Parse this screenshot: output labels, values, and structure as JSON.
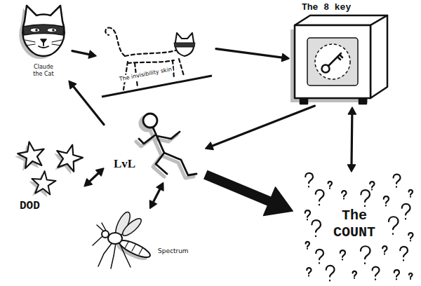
{
  "diagram": {
    "nodes": [
      {
        "text": [
          "Claude the Cat"
        ]
      },
      {
        "text": [
          "The invisibility skin"
        ]
      },
      {
        "text": [
          "The 8 key"
        ]
      },
      {
        "text": [
          "LvL"
        ]
      },
      {
        "text": [
          "DOD"
        ]
      },
      {
        "text": [
          "Spectrum"
        ]
      },
      {
        "text": [
          "The COUNT"
        ]
      }
    ],
    "edges": [
      {
        "from": 0,
        "to": 1,
        "arrow": "to"
      },
      {
        "from": 1,
        "to": 2,
        "arrow": "to"
      },
      {
        "from": 2,
        "to": 3,
        "arrow": "to"
      },
      {
        "from": 3,
        "to": 0,
        "arrow": "to"
      },
      {
        "from": 4,
        "to": 3,
        "arrow": "both"
      },
      {
        "from": 3,
        "to": 5,
        "arrow": "both"
      },
      {
        "from": 3,
        "to": 6,
        "arrow": "to"
      },
      {
        "from": 2,
        "to": 6,
        "arrow": "both"
      }
    ]
  }
}
